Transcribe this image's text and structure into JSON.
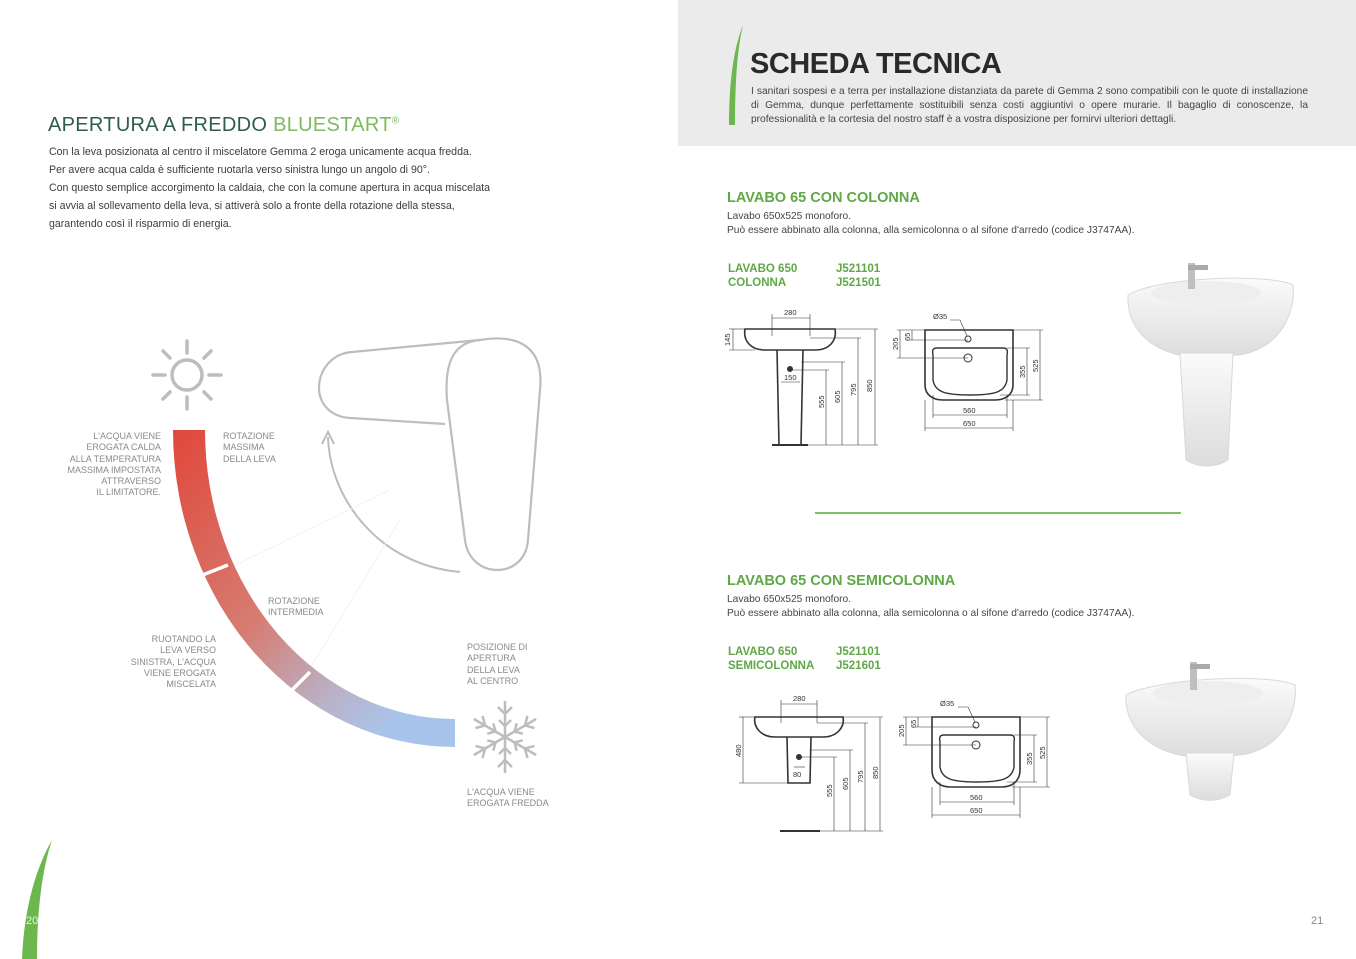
{
  "left_page": {
    "title_main": "APERTURA A FREDDO ",
    "title_brand": "BLUESTART",
    "title_reg": "®",
    "body": [
      "Con la leva posizionata al centro il miscelatore Gemma 2 eroga unicamente acqua fredda.",
      "Per avere acqua calda è sufficiente ruotarla verso sinistra lungo un angolo di 90°.",
      "Con questo semplice accorgimento la caldaia, che con la comune apertura in acqua miscelata",
      "si avvia al sollevamento della leva, si attiverà solo a fronte della rotazione della stessa,",
      "garantendo così il risparmio di energia."
    ],
    "labels": {
      "hot": "L'ACQUA VIENE\nEROGATA CALDA\nALLA TEMPERATURA\nMASSIMA IMPOSTATA\nATTRAVERSO\nIL LIMITATORE.",
      "max_rot": "ROTAZIONE\nMASSIMA\nDELLA LEVA",
      "mid_rot": "ROTAZIONE\nINTERMEDIA",
      "mixed": "RUOTANDO LA\nLEVA VERSO\nSINISTRA, L'ACQUA\nVIENE EROGATA\nMISCELATA",
      "center": "POSIZIONE DI\nAPERTURA\nDELLA LEVA\nAL CENTRO",
      "cold": "L'ACQUA VIENE\nEROGATA FREDDA"
    },
    "page_number": "20"
  },
  "right_page": {
    "title": "SCHEDA TECNICA",
    "intro": "I sanitari sospesi e a terra per installazione distanziata da parete di Gemma 2 sono compatibili con le quote di installazione di Gemma, dunque perfettamente sostituibili senza costi aggiuntivi o opere murarie. Il bagaglio di conoscenze, la professionalità e la cortesia del nostro staff è a vostra disposizione per fornirvi ulteriori dettagli.",
    "sections": [
      {
        "title": "LAVABO 65 CON COLONNA",
        "desc1": "Lavabo 650x525 monoforo.",
        "desc2": "Può essere abbinato alla colonna, alla semicolonna o al sifone d'arredo (codice J3747AA).",
        "codes": [
          {
            "name": "LAVABO 650",
            "code": "J521101"
          },
          {
            "name": "COLONNA",
            "code": "J521501"
          }
        ],
        "dims": {
          "w_holes": "280",
          "h_basin": "145",
          "drain": "150",
          "h1": "555",
          "h2": "605",
          "h3": "795",
          "h4": "850",
          "hole": "Ø35",
          "t1": "65",
          "t2": "205",
          "t3": "355",
          "t4": "525",
          "w_in": "560",
          "w_out": "650"
        }
      },
      {
        "title": "LAVABO 65 CON SEMICOLONNA",
        "desc1": "Lavabo 650x525 monoforo.",
        "desc2": "Può essere abbinato alla colonna, alla semicolonna o al sifone d'arredo (codice J3747AA).",
        "codes": [
          {
            "name": "LAVABO 650",
            "code": "J521101"
          },
          {
            "name": "SEMICOLONNA",
            "code": "J521601"
          }
        ],
        "dims": {
          "w_holes": "280",
          "h_basin": "480",
          "drain": "80",
          "h1": "555",
          "h2": "605",
          "h3": "795",
          "h4": "850",
          "hole": "Ø35",
          "t1": "65",
          "t2": "205",
          "t3": "355",
          "t4": "525",
          "w_in": "560",
          "w_out": "650"
        }
      }
    ],
    "page_number": "21"
  },
  "colors": {
    "green": "#5fa845",
    "dark_green": "#2f5d48",
    "hot": "#e0483a",
    "cold": "#a9c4ea",
    "header_bg": "#ebebeb"
  }
}
